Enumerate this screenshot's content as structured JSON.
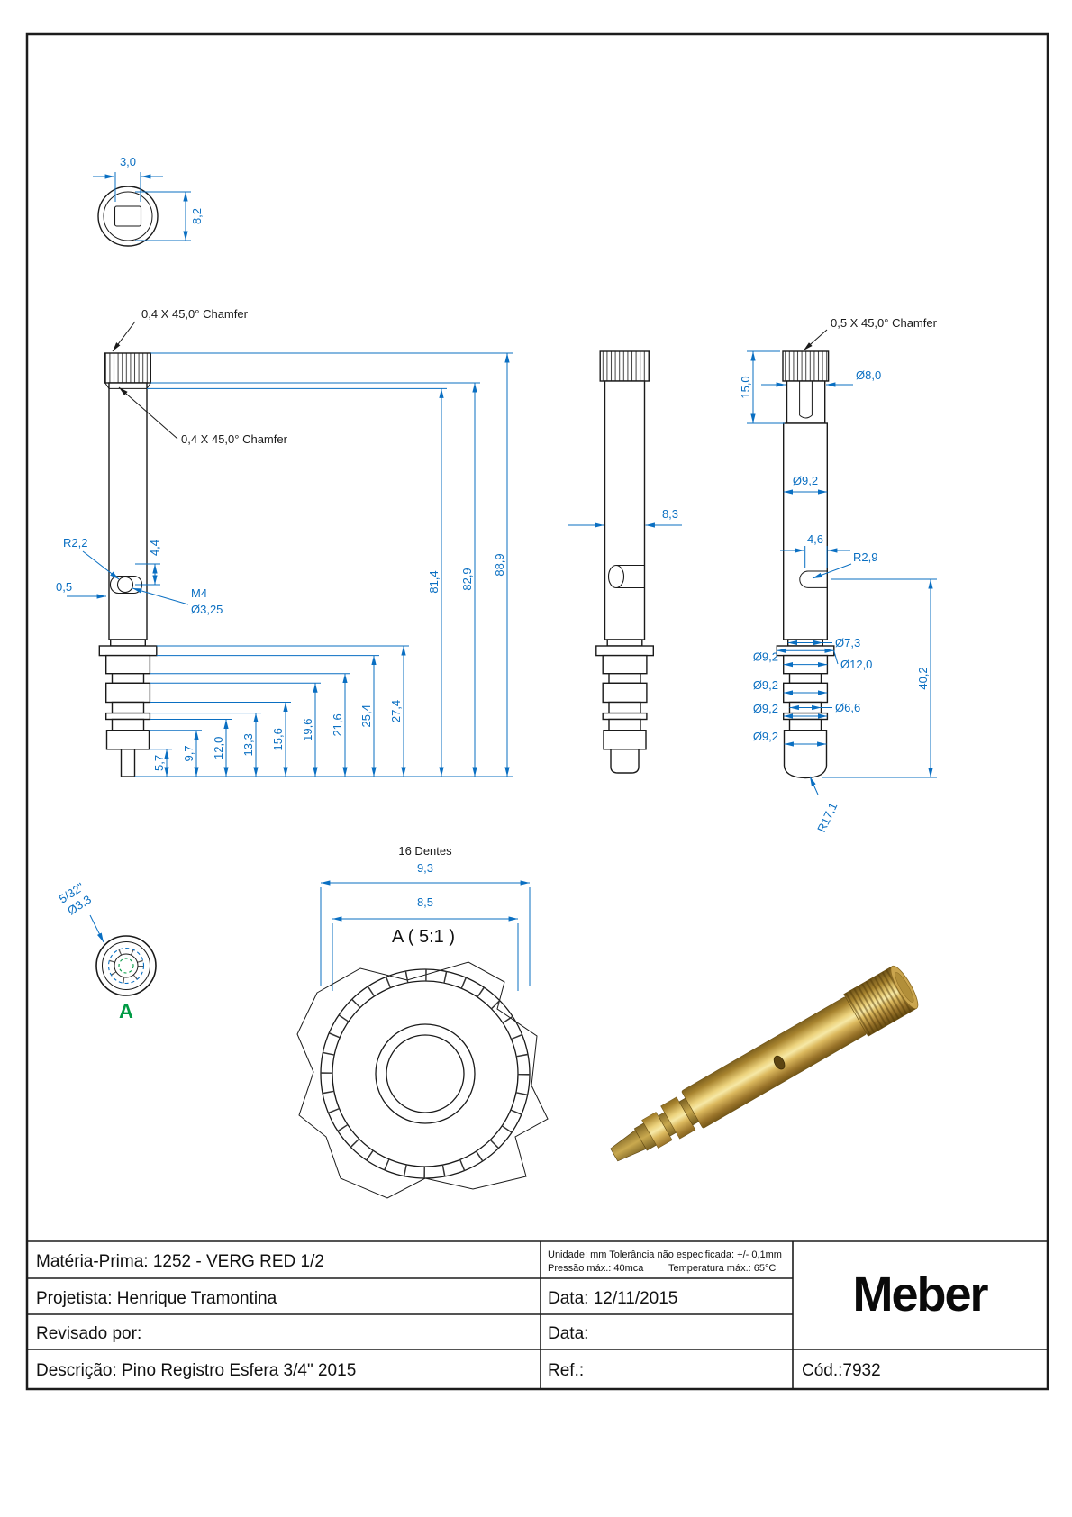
{
  "colors": {
    "dim": "#0a6fc2",
    "line": "#1a1a1a",
    "detail_green": "#009a44",
    "brass": "#c9a552"
  },
  "top_view": {
    "slot_width": "3,0",
    "head_height": "8,2"
  },
  "front_view": {
    "chamfer_top": "0,4 X 45,0° Chamfer",
    "chamfer_mid": "0,4 X 45,0° Chamfer",
    "hole_radius": "R2,2",
    "edge_offset": "0,5",
    "hole_height": "4,4",
    "thread_label": "M4",
    "thread_dia": "Ø3,25",
    "stack_dims": [
      "5,7",
      "9,7",
      "12,0",
      "13,3",
      "15,6",
      "19,6",
      "21,6",
      "25,4",
      "27,4"
    ],
    "overall_dims": [
      "81,4",
      "82,9",
      "88,9"
    ]
  },
  "side_view": {
    "width": "8,3"
  },
  "right_view": {
    "chamfer": "0,5 X 45,0° Chamfer",
    "knurl_length": "15,0",
    "top_dia": "Ø8,0",
    "body_dia": "Ø9,2",
    "slot_width": "4,6",
    "slot_radius": "R2,9",
    "ring_dias": [
      "Ø9,2",
      "Ø9,2",
      "Ø9,2",
      "Ø9,2"
    ],
    "neck_dia": "Ø7,3",
    "flange_dia": "Ø12,0",
    "groove_dia": "Ø6,6",
    "lower_length": "40,2",
    "tip_radius": "R17,1"
  },
  "detail_marker": {
    "label": "A",
    "callout_line1": "5/32\"",
    "callout_line2": "Ø3,3"
  },
  "detail_view": {
    "title": "A ( 5:1 )",
    "teeth": "16 Dentes",
    "outer_dia": "9,3",
    "root_dia": "8,5"
  },
  "title_block": {
    "materia_prima": "Matéria-Prima: 1252 -  VERG RED 1/2",
    "projetista": "Projetista: Henrique Tramontina",
    "revisado": "Revisado por:",
    "descricao": "Descrição: Pino Registro Esfera 3/4\" 2015",
    "unidade": "Unidade: mm Tolerância não especificada: +/- 0,1mm",
    "pressao": "Pressão máx.: 40mca",
    "temperatura": "Temperatura máx.: 65°C",
    "data_filled": "Data: 12/11/2015",
    "data_empty": "Data:",
    "ref": "Ref.:",
    "logo": "Meber",
    "cod": "Cód.:7932"
  }
}
